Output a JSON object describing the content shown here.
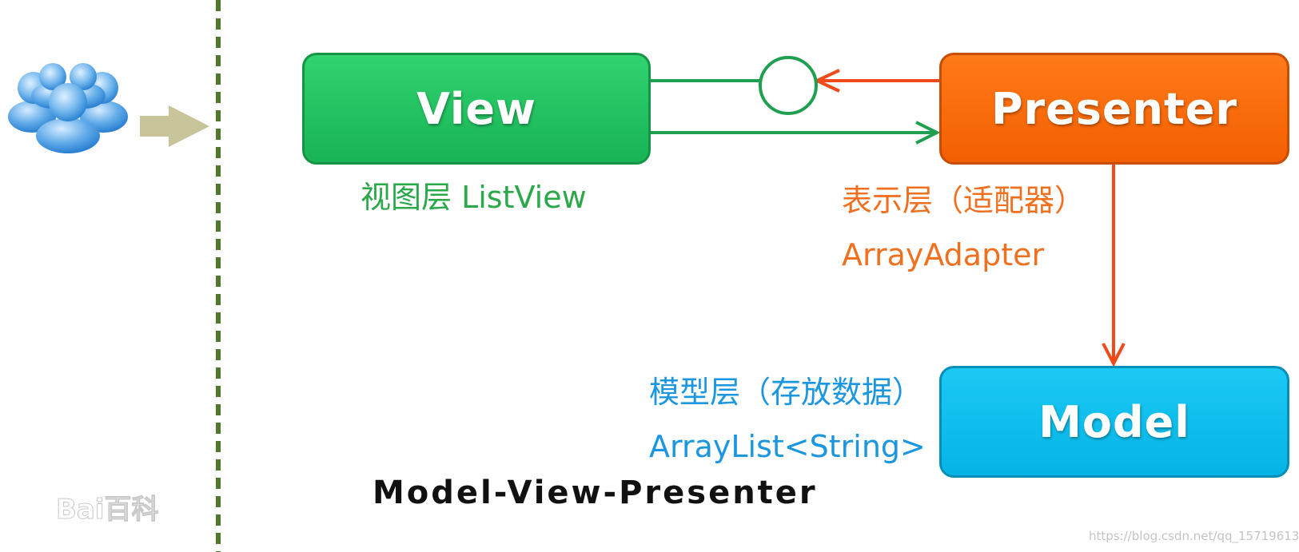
{
  "boxes": {
    "view": "View",
    "presenter": "Presenter",
    "model": "Model"
  },
  "labels": {
    "view": "视图层 ListView",
    "presenter_cn": "表示层（适配器）",
    "presenter_en": "ArrayAdapter",
    "model_cn": "模型层（存放数据）",
    "model_en": "ArrayList<String>"
  },
  "title": "Model-View-Presenter",
  "watermarks": {
    "baidu": "Bai百科",
    "url": "https://blog.csdn.net/qq_15719613"
  },
  "colors": {
    "view": "#1fbf5d",
    "presenter": "#f96a0c",
    "model": "#0db8ec",
    "divider": "#4f7a2d",
    "user_arrow": "#c8c49a",
    "users_icon": "#5aa9e6"
  },
  "icons": {
    "users": "users-group-icon",
    "arrow": "right-arrow-icon"
  }
}
